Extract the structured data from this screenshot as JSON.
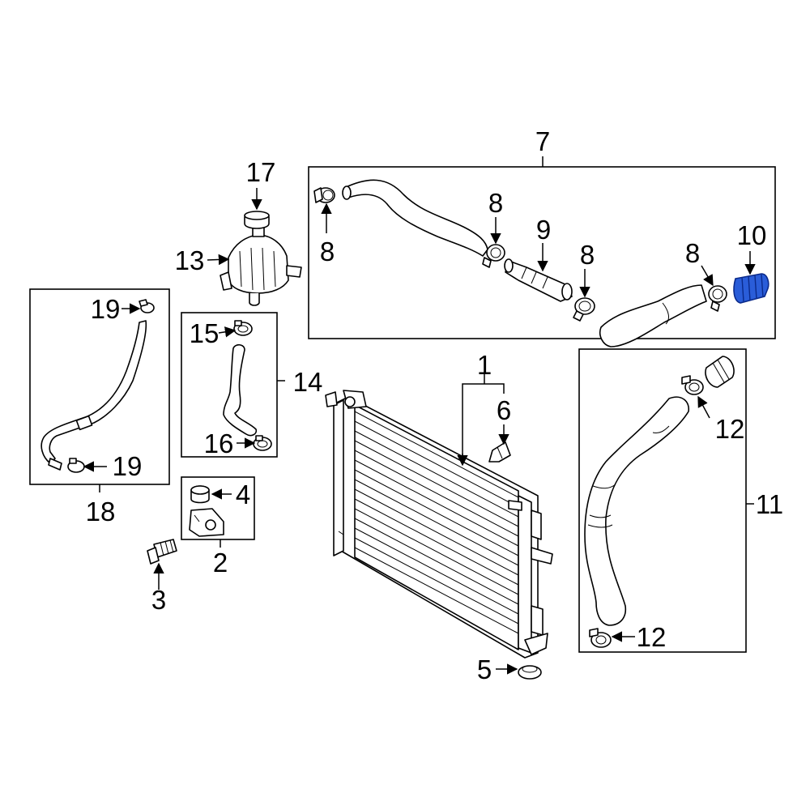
{
  "callouts": {
    "c1": "1",
    "c2": "2",
    "c3": "3",
    "c4": "4",
    "c5": "5",
    "c6": "6",
    "c7": "7",
    "c8a": "8",
    "c8b": "8",
    "c8c": "8",
    "c8d": "8",
    "c9": "9",
    "c10": "10",
    "c11": "11",
    "c12a": "12",
    "c12b": "12",
    "c13": "13",
    "c14": "14",
    "c15": "15",
    "c16": "16",
    "c17": "17",
    "c18": "18",
    "c19a": "19",
    "c19b": "19"
  },
  "colors": {
    "highlight_part": "#2a5dd9",
    "line": "#000000",
    "background": "#ffffff"
  },
  "highlighted_part": "10"
}
